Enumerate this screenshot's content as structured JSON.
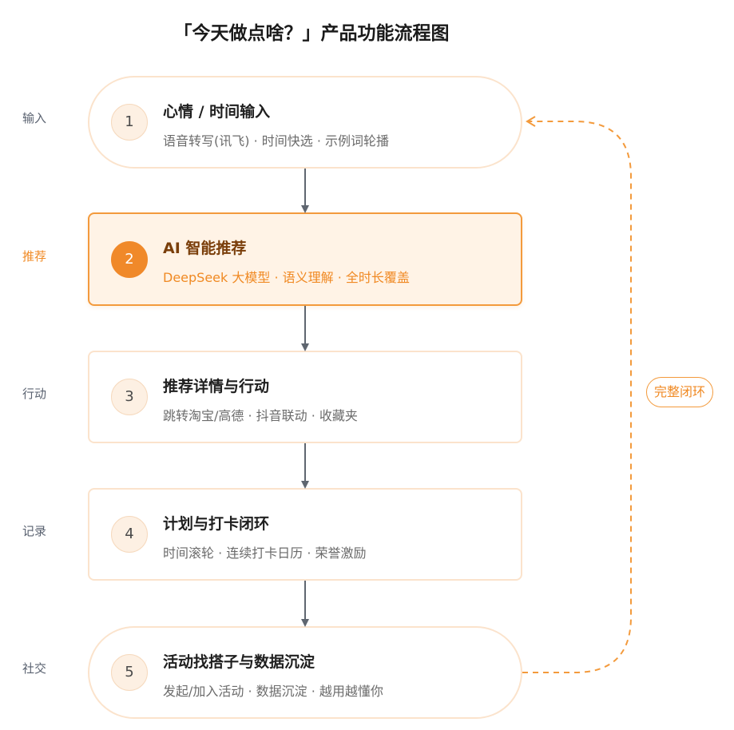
{
  "title": "「今天做点啥？」产品功能流程图",
  "stages": [
    {
      "label": "输入",
      "num": "1",
      "title": "心情 / 时间输入",
      "sub": "语音转写(讯飞) · 时间快选 · 示例词轮播"
    },
    {
      "label": "推荐",
      "num": "2",
      "title": "AI 智能推荐",
      "sub": "DeepSeek 大模型 · 语义理解 · 全时长覆盖",
      "active": true
    },
    {
      "label": "行动",
      "num": "3",
      "title": "推荐详情与行动",
      "sub": "跳转淘宝/高德 · 抖音联动 · 收藏夹"
    },
    {
      "label": "记录",
      "num": "4",
      "title": "计划与打卡闭环",
      "sub": "时间滚轮 · 连续打卡日历 · 荣誉激励"
    },
    {
      "label": "社交",
      "num": "5",
      "title": "活动找搭子与数据沉淀",
      "sub": "发起/加入活动 · 数据沉淀 · 越用越懂你"
    }
  ],
  "loop_label": "完整闭环",
  "colors": {
    "accent": "#f08a24",
    "node_border": "#fbe3cc",
    "active_bg": "#fff3e6",
    "arrow": "#5f6670"
  }
}
